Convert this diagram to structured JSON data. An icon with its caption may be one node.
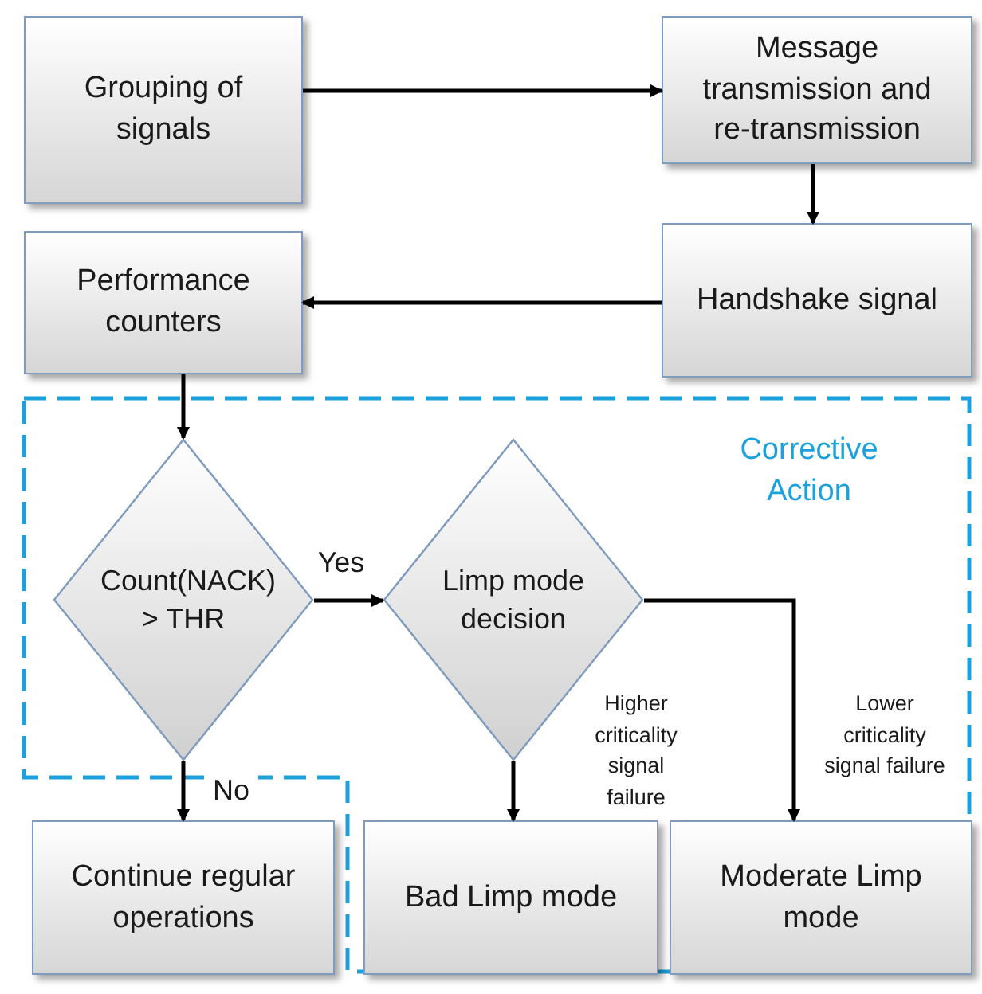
{
  "diagram": {
    "nodes": [
      {
        "text": [
          "Grouping of signals"
        ]
      },
      {
        "text": [
          "Message transmission and re-transmission"
        ]
      },
      {
        "text": [
          "Handshake signal"
        ]
      },
      {
        "text": [
          "Performance counters"
        ]
      },
      {
        "text": [
          "Corrective Action"
        ]
      },
      {
        "text": [
          "Count(NACK) > THR"
        ],
        "in": 4
      },
      {
        "text": [
          "Limp mode decision"
        ],
        "in": 4
      },
      {
        "text": [
          "Continue regular operations"
        ]
      },
      {
        "text": [
          "Bad Limp mode"
        ],
        "in": 4
      },
      {
        "text": [
          "Moderate Limp mode"
        ],
        "in": 4
      }
    ],
    "edges": [
      {
        "from": 0,
        "to": 1,
        "arrow": "to"
      },
      {
        "from": 1,
        "to": 2,
        "arrow": "to"
      },
      {
        "from": 2,
        "to": 3,
        "arrow": "to"
      },
      {
        "from": 3,
        "to": 5,
        "arrow": "to"
      },
      {
        "from": 5,
        "to": 6,
        "arrow": "to",
        "label": "Yes"
      },
      {
        "from": 5,
        "to": 7,
        "arrow": "to",
        "label": "No"
      },
      {
        "from": 6,
        "to": 8,
        "arrow": "to",
        "label": "Higher criticality signal failure"
      },
      {
        "from": 6,
        "to": 9,
        "arrow": "to",
        "label": "Lower criticality signal failure"
      }
    ]
  }
}
